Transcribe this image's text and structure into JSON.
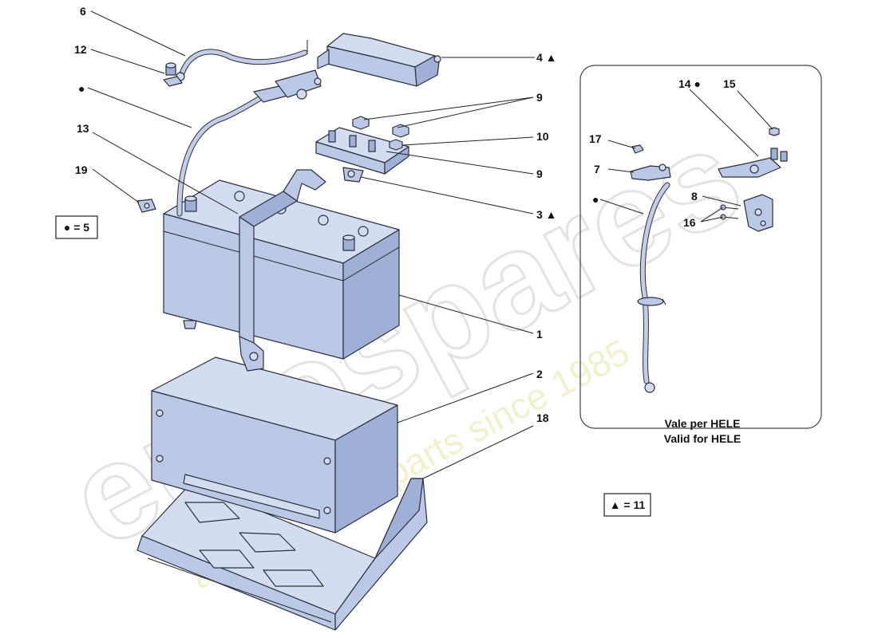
{
  "callouts": {
    "c6": "6",
    "c12": "12",
    "c_dot": "●",
    "c13": "13",
    "c19": "19",
    "c4": "4 ▲",
    "c9a": "9",
    "c10": "10",
    "c9b": "9",
    "c3": "3 ▲",
    "c1": "1",
    "c2": "2",
    "c18": "18",
    "c14": "14 ●",
    "c15": "15",
    "c17": "17",
    "c7": "7",
    "c8": "8",
    "c16": "16",
    "c_dot_inset": "●"
  },
  "legend": {
    "dot": "● = 5",
    "triangle": "▲ = 11"
  },
  "inset": {
    "caption_it": "Vale per HELE",
    "caption_en": "Valid for HELE"
  },
  "watermark": {
    "logo": "eurospares",
    "tagline": "a passion for parts since 1985"
  },
  "colors": {
    "part_fill": "#bcc9e6",
    "outline": "#2a2f3d",
    "watermark_tagline": "#e9e6a6"
  }
}
